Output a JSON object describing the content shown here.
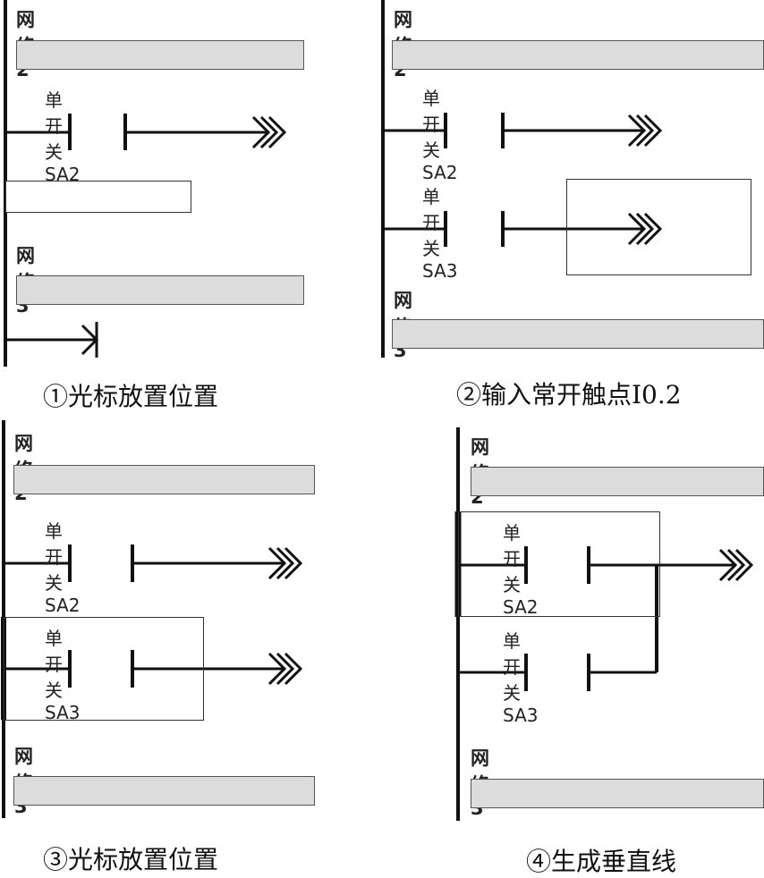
{
  "panels": [
    {
      "network_top": "网络 2",
      "contact_1": "单开关SA2",
      "network_bottom": "网络 3",
      "caption": "①光标放置位置"
    },
    {
      "network_top": "网络 2",
      "contact_1": "单开关SA2",
      "contact_2": "单开关SA3",
      "network_bottom": "网络 3",
      "caption": "②输入常开触点I0.2"
    },
    {
      "network_top": "网络 2",
      "contact_1": "单开关SA2",
      "contact_2": "单开关SA3",
      "network_bottom": "网络 3",
      "caption": "③光标放置位置"
    },
    {
      "network_top": "网络 2",
      "contact_1": "单开关SA2",
      "contact_2": "单开关SA3",
      "network_bottom": "网络 3",
      "caption": "④生成垂直线"
    }
  ]
}
